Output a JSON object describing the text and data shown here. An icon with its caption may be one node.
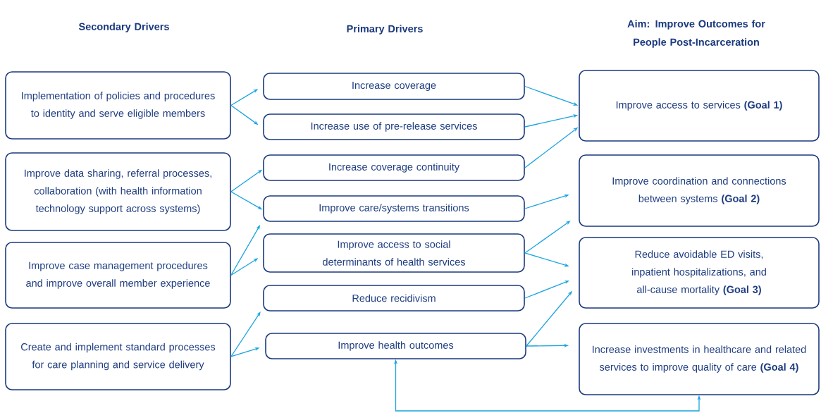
{
  "diagram": {
    "nodes": [
      {
        "text": [
          "Implementation of policies and procedures to identity and serve eligible members"
        ]
      },
      {
        "text": [
          "Improve data sharing, referral processes, collaboration (with health information technology support across systems)"
        ]
      },
      {
        "text": [
          "Improve case management procedures and improve overall member experience"
        ]
      },
      {
        "text": [
          "Create and implement standard processes for care planning and service delivery"
        ]
      },
      {
        "text": [
          "Increase coverage"
        ]
      },
      {
        "text": [
          "Increase use of pre-release services"
        ]
      },
      {
        "text": [
          "Increase coverage continuity"
        ]
      },
      {
        "text": [
          "Improve care/systems transitions"
        ]
      },
      {
        "text": [
          "Improve access to social determinants of health services"
        ]
      },
      {
        "text": [
          "Reduce recidivism"
        ]
      },
      {
        "text": [
          "Improve health outcomes"
        ]
      },
      {
        "text": [
          "Improve access to services **(Goal 1)**"
        ]
      },
      {
        "text": [
          "Improve coordination and connections between systems **(Goal 2)**"
        ]
      },
      {
        "text": [
          "Reduce avoidable ED visits, inpatient hospitalizations, and all-cause mortality **(Goal 3)**"
        ]
      },
      {
        "text": [
          "Increase investments in healthcare and related services to improve quality of care **(Goal 4)**"
        ]
      }
    ],
    "edges": [
      {
        "from": 0,
        "to": 4,
        "arrow": "to"
      },
      {
        "from": 0,
        "to": 5,
        "arrow": "to"
      },
      {
        "from": 1,
        "to": 6,
        "arrow": "to"
      },
      {
        "from": 1,
        "to": 7,
        "arrow": "to"
      },
      {
        "from": 2,
        "to": 7,
        "arrow": "to"
      },
      {
        "from": 2,
        "to": 8,
        "arrow": "to"
      },
      {
        "from": 3,
        "to": 9,
        "arrow": "to"
      },
      {
        "from": 3,
        "to": 10,
        "arrow": "to"
      },
      {
        "from": 4,
        "to": 11,
        "arrow": "to"
      },
      {
        "from": 5,
        "to": 11,
        "arrow": "to"
      },
      {
        "from": 6,
        "to": 11,
        "arrow": "to"
      },
      {
        "from": 7,
        "to": 12,
        "arrow": "to"
      },
      {
        "from": 8,
        "to": 12,
        "arrow": "to"
      },
      {
        "from": 8,
        "to": 13,
        "arrow": "to"
      },
      {
        "from": 9,
        "to": 13,
        "arrow": "to"
      },
      {
        "from": 10,
        "to": 13,
        "arrow": "to"
      },
      {
        "from": 10,
        "to": 14,
        "arrow": "to"
      },
      {
        "from": 10,
        "to": 14,
        "arrow": "both"
      }
    ],
    "labels": [
      "Secondary Drivers",
      "Primary Drivers",
      "Aim: Improve Outcomes for People Post-Incarceration"
    ]
  }
}
